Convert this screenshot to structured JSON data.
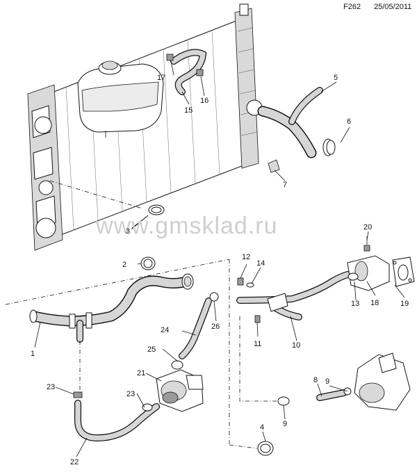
{
  "header": {
    "diagram_code": "F262",
    "date": "25/05/2011"
  },
  "watermark": "www.gmsklad.ru",
  "callouts": [
    "1",
    "2",
    "3",
    "4",
    "5",
    "6",
    "7",
    "8",
    "9",
    "9",
    "10",
    "11",
    "12",
    "13",
    "14",
    "15",
    "16",
    "17",
    "18",
    "19",
    "20",
    "21",
    "22",
    "23",
    "23",
    "24",
    "25",
    "26"
  ]
}
